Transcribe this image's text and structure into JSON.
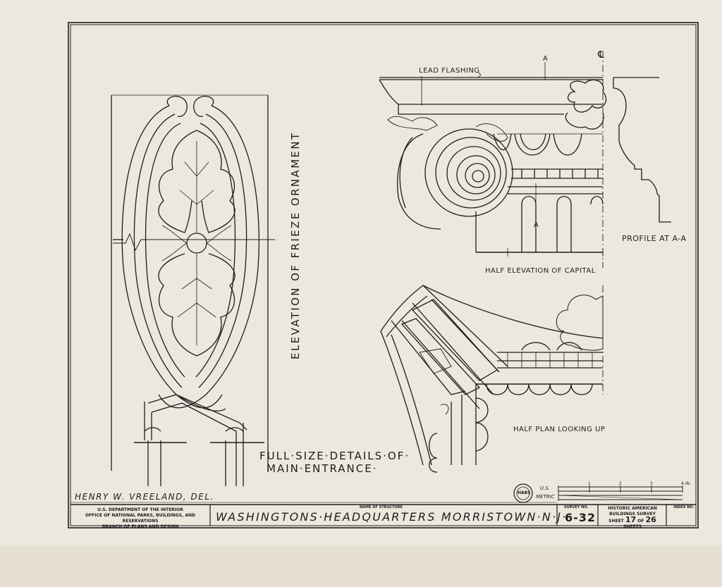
{
  "drawing": {
    "frieze_caption": "ELEVATION OF FRIEZE ORNAMENT",
    "lead_flashing": "LEAD FLASHING",
    "section_mark_top": "A",
    "section_mark_bottom": "A",
    "centerline_mark": "℄",
    "half_elevation": "HALF ELEVATION OF CAPITAL",
    "profile": "PROFILE AT A-A",
    "half_plan": "HALF PLAN LOOKING UP",
    "details_line1": "FULL·SIZE·DETAILS·OF·",
    "details_line2": "MAIN·ENTRANCE·",
    "delineator": "HENRY W. VREELAND, DEL."
  },
  "scale": {
    "us_label": "U.S.",
    "metric_label": "METRIC",
    "inch_marks": [
      "1",
      "2",
      "3",
      "4 IN"
    ],
    "seal_text": "HABS"
  },
  "title_block": {
    "agency_line1": "U.S. DEPARTMENT OF THE INTERIOR",
    "agency_line2": "OFFICE OF NATIONAL PARKS, BUILDINGS, AND RESERVATIONS",
    "agency_line3": "BRANCH OF PLANS AND DESIGN",
    "structure_label": "NAME OF STRUCTURE",
    "structure_name": "WASHINGTONS·HEADQUARTERS  MORRISTOWN·N·J·",
    "survey_label": "SURVEY NO.",
    "survey_no": "6-32",
    "habs_line1": "HISTORIC AMERICAN",
    "habs_line2": "BUILDINGS SURVEY",
    "sheet_prefix": "SHEET",
    "sheet_no": "17",
    "sheet_of": "OF",
    "sheet_total": "26",
    "sheet_suffix": "SHEETS",
    "index_label": "INDEX NO."
  },
  "colors": {
    "paper": "#ede8de",
    "ink": "#1d1d1d"
  }
}
